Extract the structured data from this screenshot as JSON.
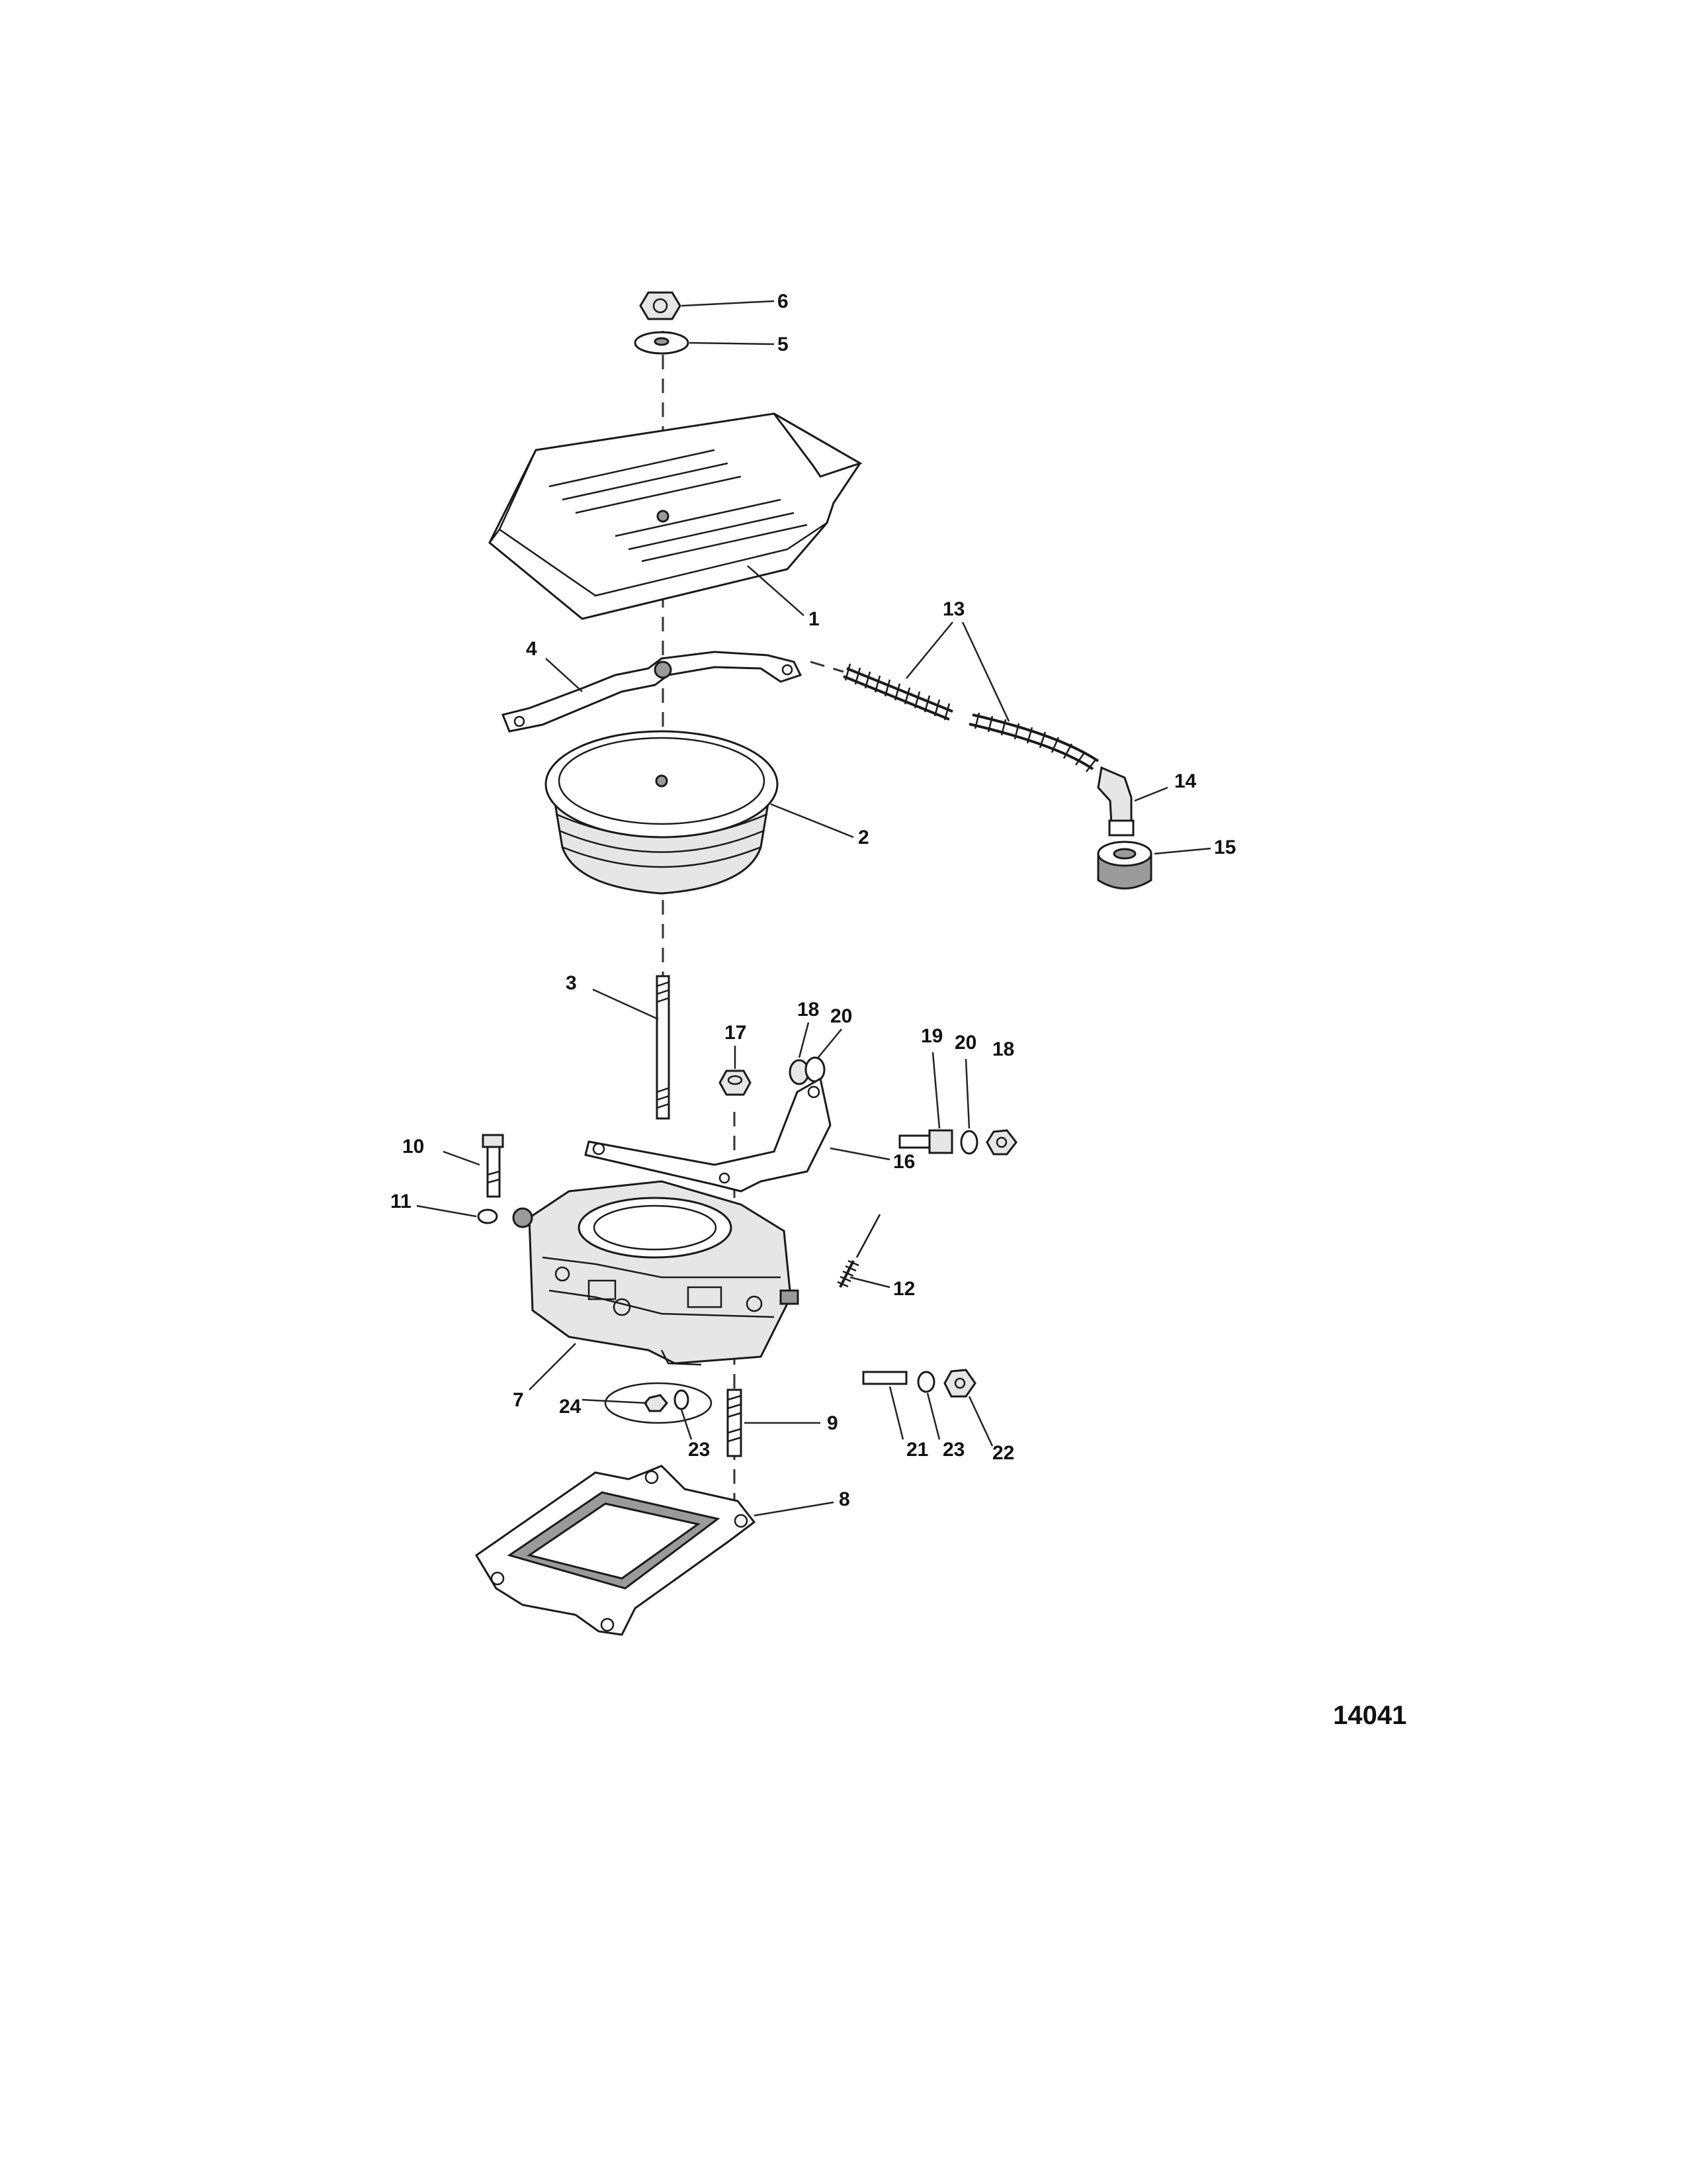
{
  "figure_number": "14041",
  "callouts": [
    {
      "id": "c1",
      "text": "1"
    },
    {
      "id": "c2",
      "text": "2"
    },
    {
      "id": "c3",
      "text": "3"
    },
    {
      "id": "c4",
      "text": "4"
    },
    {
      "id": "c5",
      "text": "5"
    },
    {
      "id": "c6",
      "text": "6"
    },
    {
      "id": "c7",
      "text": "7"
    },
    {
      "id": "c8",
      "text": "8"
    },
    {
      "id": "c9",
      "text": "9"
    },
    {
      "id": "c10",
      "text": "10"
    },
    {
      "id": "c11",
      "text": "11"
    },
    {
      "id": "c12",
      "text": "12"
    },
    {
      "id": "c13",
      "text": "13"
    },
    {
      "id": "c14",
      "text": "14"
    },
    {
      "id": "c15",
      "text": "15"
    },
    {
      "id": "c16",
      "text": "16"
    },
    {
      "id": "c17",
      "text": "17"
    },
    {
      "id": "c18a",
      "text": "18"
    },
    {
      "id": "c18b",
      "text": "18"
    },
    {
      "id": "c19",
      "text": "19"
    },
    {
      "id": "c20a",
      "text": "20"
    },
    {
      "id": "c20b",
      "text": "20"
    },
    {
      "id": "c21",
      "text": "21"
    },
    {
      "id": "c22",
      "text": "22"
    },
    {
      "id": "c23a",
      "text": "23"
    },
    {
      "id": "c23b",
      "text": "23"
    },
    {
      "id": "c24",
      "text": "24"
    }
  ]
}
